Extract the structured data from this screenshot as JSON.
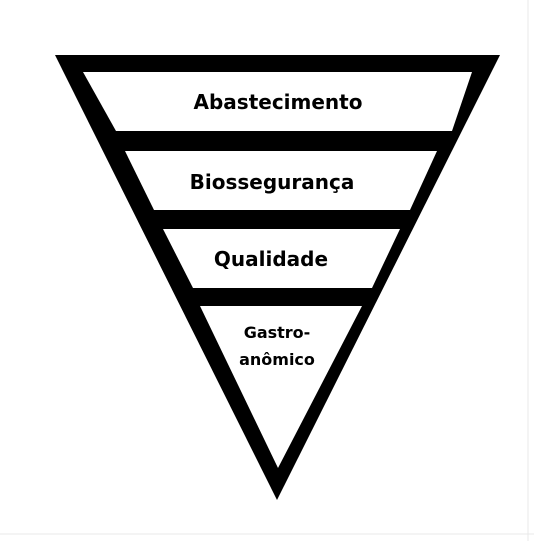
{
  "diagram": {
    "type": "inverted-pyramid",
    "colors": {
      "stroke": "#000000",
      "fill": "#ffffff",
      "text": "#000000",
      "frame": "#e8e8e8"
    },
    "layers": [
      {
        "label": "Abastecimento"
      },
      {
        "label": "Biossegurança"
      },
      {
        "label": "Qualidade"
      },
      {
        "label_line1": "Gastro-",
        "label_line2": "anômico"
      }
    ]
  }
}
